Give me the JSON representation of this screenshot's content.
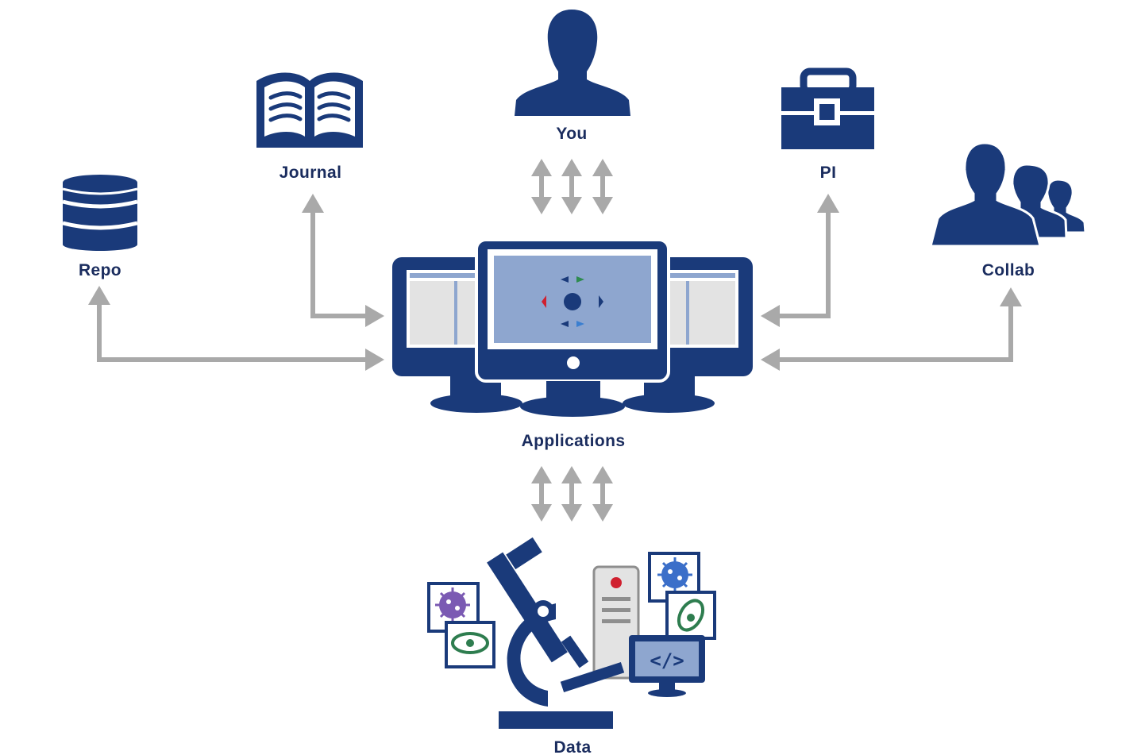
{
  "nodes": {
    "you": {
      "label": "You",
      "icon": "person-icon"
    },
    "journal": {
      "label": "Journal",
      "icon": "open-book-icon"
    },
    "pi": {
      "label": "PI",
      "icon": "briefcase-icon"
    },
    "repo": {
      "label": "Repo",
      "icon": "database-icon"
    },
    "collab": {
      "label": "Collab",
      "icon": "group-of-people-icon"
    },
    "applications": {
      "label": "Applications",
      "icon": "monitors-icon"
    },
    "data": {
      "label": "Data",
      "icon": "microscope-server-icon"
    }
  },
  "colors": {
    "navy": "#1a3a7a",
    "arrow": "#a9a9a9",
    "screen": "#8ea6cf",
    "panel": "#e3e3e3",
    "red": "#d0202f",
    "green": "#2e8b4f",
    "blue": "#3b7fd0",
    "virus_purple": "#7b5ab3",
    "virus_blue": "#3b6fc9",
    "bacteria_green": "#2e7d4f"
  }
}
